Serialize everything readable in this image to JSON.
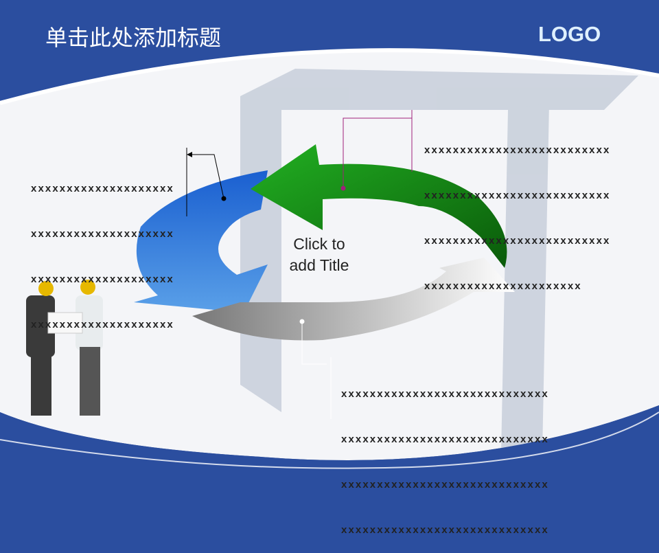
{
  "header": {
    "title": "单击此处添加标题",
    "logo": "LOGO"
  },
  "diagram": {
    "center_title": [
      "Click to",
      "add Title"
    ],
    "text_left": [
      "xxxxxxxxxxxxxxxxxxxx",
      "xxxxxxxxxxxxxxxxxxxx",
      "xxxxxxxxxxxxxxxxxxxx",
      "xxxxxxxxxxxxxxxxxxxx"
    ],
    "text_top_right": [
      "xxxxxxxxxxxxxxxxxxxxxxxxxx",
      "xxxxxxxxxxxxxxxxxxxxxxxxxx",
      "xxxxxxxxxxxxxxxxxxxxxxxxxx",
      "xxxxxxxxxxxxxxxxxxxxxx"
    ],
    "text_bottom": [
      "xxxxxxxxxxxxxxxxxxxxxxxxxxxxx",
      "xxxxxxxxxxxxxxxxxxxxxxxxxxxxx",
      "xxxxxxxxxxxxxxxxxxxxxxxxxxxxx",
      "xxxxxxxxxxxxxxxxxxxxxxxxxxxxx"
    ],
    "colors": {
      "blue": "#2a6fd0",
      "green": "#1e9a1e",
      "gray": "#9a9a9a",
      "frame": "#2b4e9f"
    }
  }
}
